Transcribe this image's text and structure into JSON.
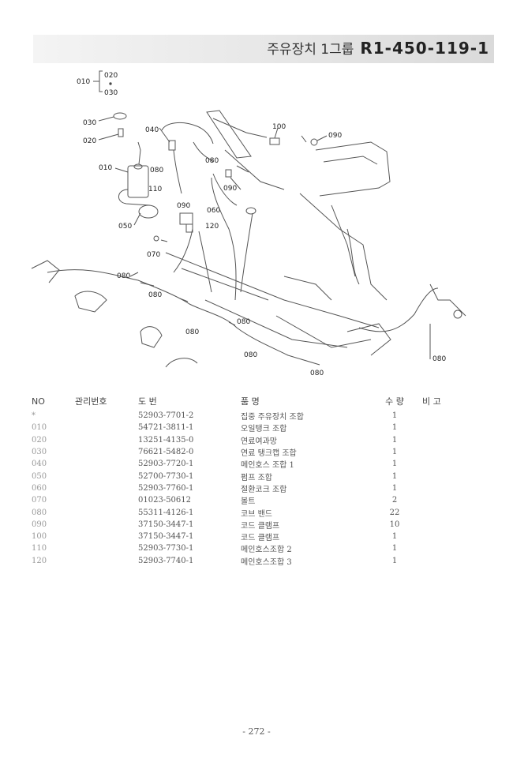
{
  "header": {
    "group_name": "주유장치 1그룹",
    "page_code": "R1-450-119-1"
  },
  "diagram": {
    "callouts": {
      "c010a": "010",
      "c020a": "020",
      "c030a": "030",
      "c030b": "030",
      "c020b": "020",
      "c010b": "010",
      "c040": "040",
      "c080a": "080",
      "c080b": "080",
      "c110": "110",
      "c090a": "090",
      "c090b": "090",
      "c100": "100",
      "c090c": "090",
      "c060": "060",
      "c120": "120",
      "c050": "050",
      "c070": "070",
      "c080c": "080",
      "c080d": "080",
      "c080e": "080",
      "c080f": "080",
      "c080g": "080",
      "c080h": "080",
      "c080i": "080"
    }
  },
  "table": {
    "headers": {
      "no": "NO",
      "mgmt": "관리번호",
      "part": "도          번",
      "name": "품          명",
      "qty": "수  량",
      "remark": "비    고"
    },
    "rows": [
      {
        "no": "*",
        "part": "52903-7701-2",
        "name": "집중 주유장치 조합",
        "qty": "1"
      },
      {
        "no": "010",
        "part": "54721-3811-1",
        "name": "오일탱크 조합",
        "qty": "1"
      },
      {
        "no": "020",
        "part": "13251-4135-0",
        "name": "연료여과망",
        "qty": "1"
      },
      {
        "no": "030",
        "part": "76621-5482-0",
        "name": "연료 탱크캡 조합",
        "qty": "1"
      },
      {
        "no": "040",
        "part": "52903-7720-1",
        "name": "메인호스 조합 1",
        "qty": "1"
      },
      {
        "no": "050",
        "part": "52700-7730-1",
        "name": "펌프 조합",
        "qty": "1"
      },
      {
        "no": "060",
        "part": "52903-7760-1",
        "name": "절환코크 조합",
        "qty": "1"
      },
      {
        "no": "070",
        "part": "01023-50612",
        "name": "볼트",
        "qty": "2"
      },
      {
        "no": "080",
        "part": "55311-4126-1",
        "name": "코브 밴드",
        "qty": "22"
      },
      {
        "no": "090",
        "part": "37150-3447-1",
        "name": "코드 클램프",
        "qty": "10"
      },
      {
        "no": "100",
        "part": "37150-3447-1",
        "name": "코드 클램프",
        "qty": "1"
      },
      {
        "no": "110",
        "part": "52903-7730-1",
        "name": "메인호스조합 2",
        "qty": "1"
      },
      {
        "no": "120",
        "part": "52903-7740-1",
        "name": "메인호스조합 3",
        "qty": "1"
      }
    ]
  },
  "footer": {
    "page_number": "- 272 -"
  }
}
